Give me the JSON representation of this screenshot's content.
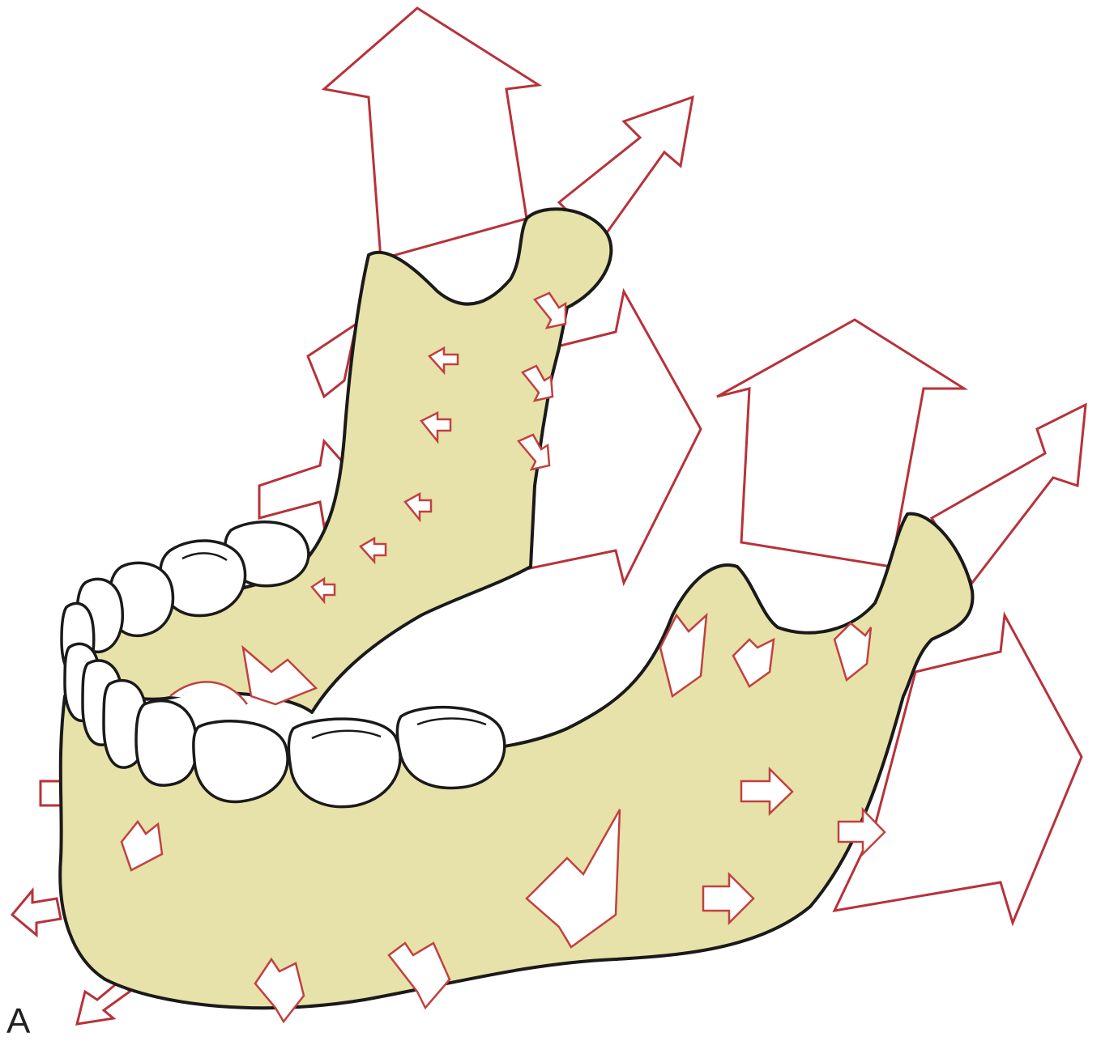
{
  "panel_label": "A",
  "colors": {
    "bone_fill": "#e6e2a9",
    "bone_outline": "#1a1a1a",
    "arrow_outline": "#b8323a",
    "arrow_fill": "#ffffff",
    "tooth_fill": "#ffffff"
  },
  "diagram": {
    "subject": "mandible",
    "elements": [
      "mandible-bone",
      "teeth",
      "growth-arrows"
    ]
  }
}
